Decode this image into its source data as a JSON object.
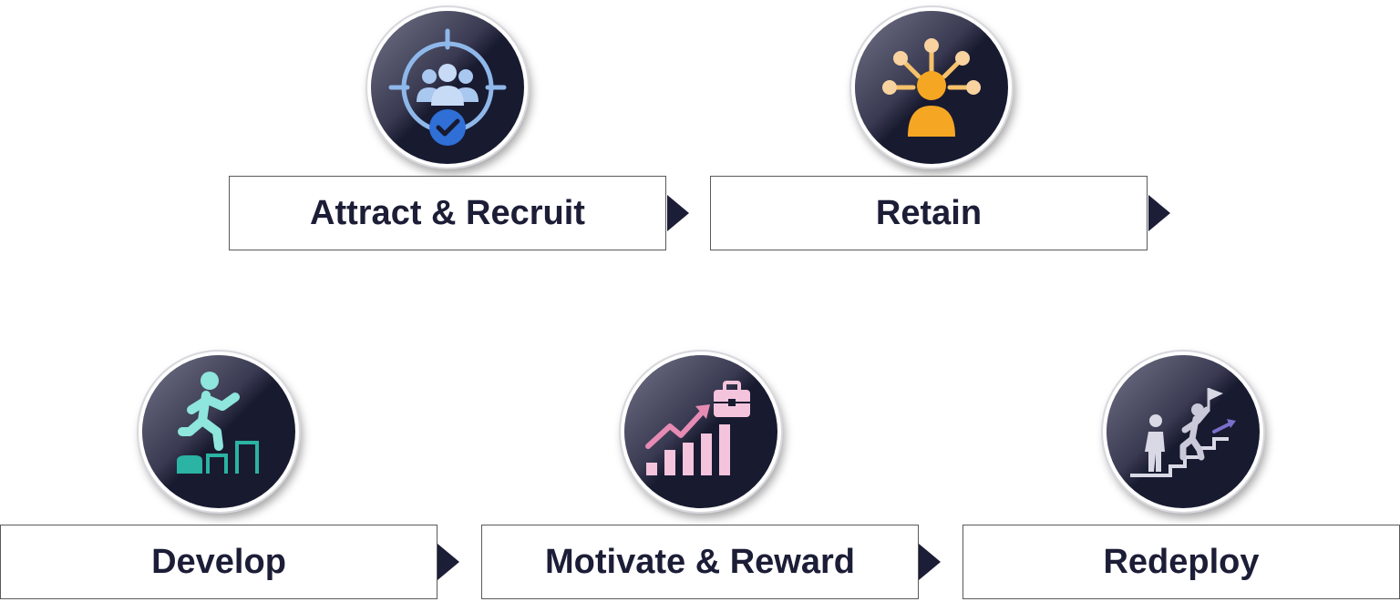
{
  "steps": [
    {
      "id": "attract",
      "label": "Attract & Recruit",
      "icon": "target-team-check-icon",
      "icon_color": "#8fb8ea"
    },
    {
      "id": "retain",
      "label": "Retain",
      "icon": "person-network-icon",
      "icon_color": "#f6c16b"
    },
    {
      "id": "develop",
      "label": "Develop",
      "icon": "person-climbing-steps-icon",
      "icon_color": "#57d1c4"
    },
    {
      "id": "motivate",
      "label": "Motivate & Reward",
      "icon": "growth-chart-briefcase-icon",
      "icon_color": "#e6a9c9"
    },
    {
      "id": "redeploy",
      "label": "Redeploy",
      "icon": "people-stairs-flag-icon",
      "icon_color": "#d9d9e6"
    }
  ],
  "colors": {
    "text": "#1c1d36",
    "circle": "#181a30",
    "box_border": "#5a5a5a"
  }
}
